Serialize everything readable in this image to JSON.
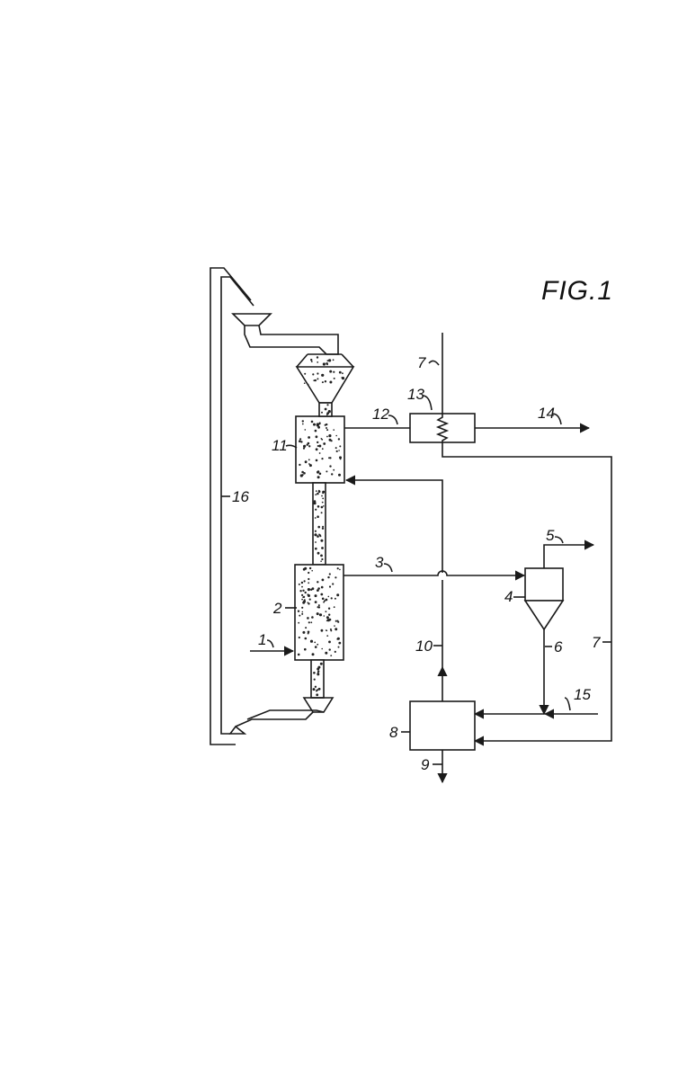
{
  "figure": {
    "title": "FIG.1",
    "labels": {
      "l1": "1",
      "l2": "2",
      "l3": "3",
      "l4": "4",
      "l5": "5",
      "l6": "6",
      "l7a": "7",
      "l7b": "7",
      "l8": "8",
      "l9": "9",
      "l10": "10",
      "l11": "11",
      "l12": "12",
      "l13": "13",
      "l14": "14",
      "l15": "15",
      "l16": "16"
    }
  },
  "colors": {
    "ink": "#1a1a1a",
    "paper": "#ffffff"
  }
}
